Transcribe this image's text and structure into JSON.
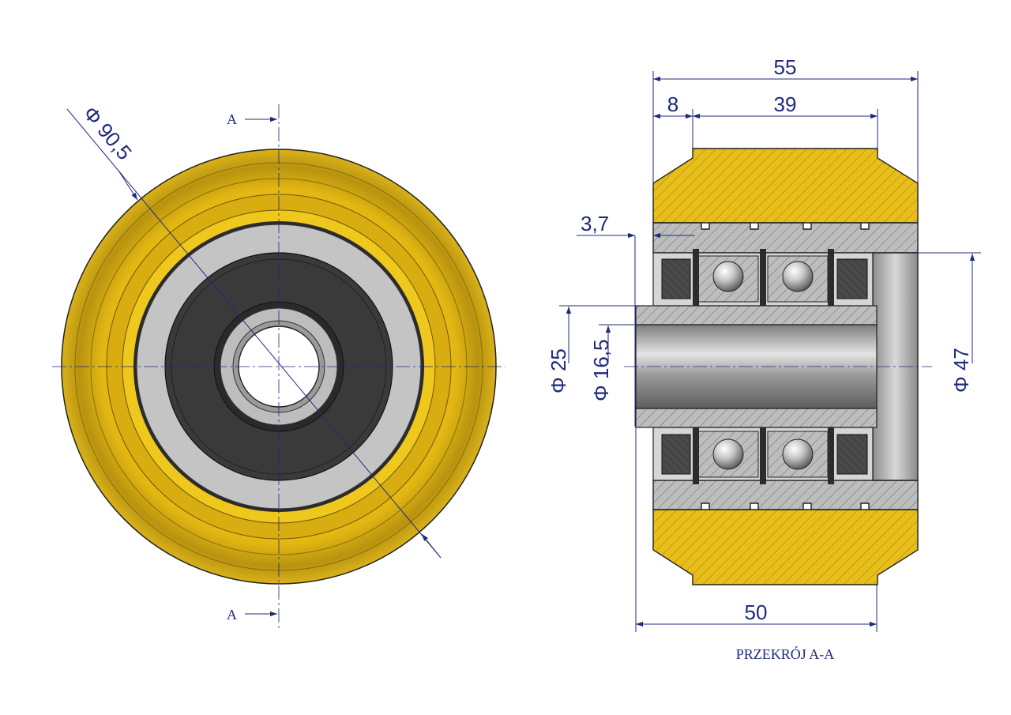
{
  "colors": {
    "tyre": "#e8bf1a",
    "tyre_shadow": "#a8850c",
    "steel": "#b9b9b9",
    "seal": "#3c3c3c",
    "dimension": "#1f2a7a"
  },
  "front_view": {
    "section_mark_top": "A",
    "section_mark_bottom": "A",
    "outer_diameter_label": "Φ 90,5"
  },
  "section_view": {
    "title": "PRZEKRÓJ A-A",
    "dim_total_width": "55",
    "dim_offset_left": "8",
    "dim_hub_width": "39",
    "dim_wall": "3,7",
    "dim_bore_outer": "Φ 25",
    "dim_bore_inner": "Φ 16,5",
    "dim_bearing": "Φ 47",
    "dim_axle_length": "50"
  }
}
